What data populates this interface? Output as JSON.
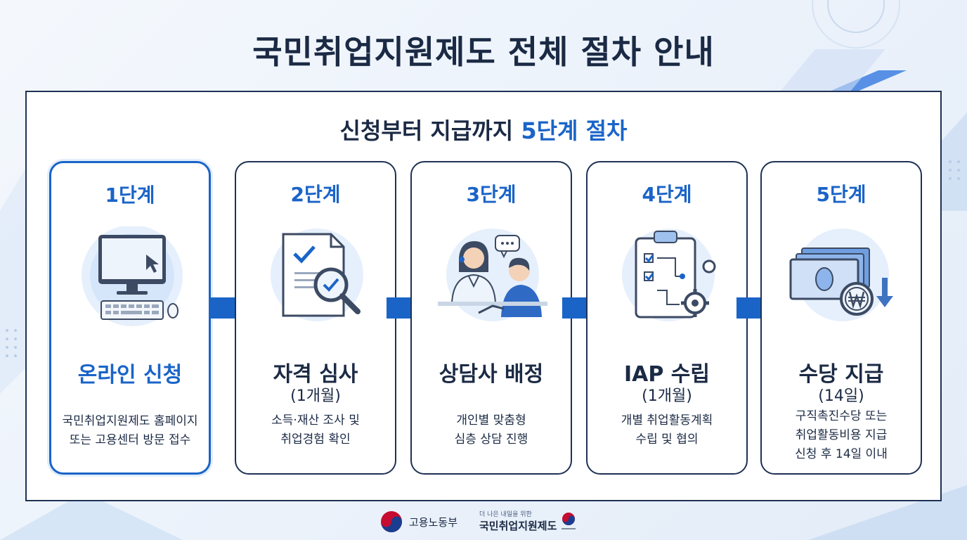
{
  "page": {
    "title": "국민취업지원제도 전체 절차 안내"
  },
  "subtitle": {
    "prefix": "신청부터 지급까지 ",
    "accent": "5단계 절차"
  },
  "steps": [
    {
      "label": "1단계",
      "name": "온라인 신청",
      "duration": "",
      "desc_line1": "국민취업지원제도 홈페이지",
      "desc_line2": "또는 고용센터 방문 접수",
      "desc_line3": "",
      "icon": "computer-icon"
    },
    {
      "label": "2단계",
      "name": "자격 심사",
      "duration": "(1개월)",
      "desc_line1": "소득·재산 조사 및",
      "desc_line2": "취업경험 확인",
      "desc_line3": "",
      "icon": "document-search-icon"
    },
    {
      "label": "3단계",
      "name": "상담사 배정",
      "duration": "",
      "desc_line1": "개인별 맞춤형",
      "desc_line2": "심층 상담 진행",
      "desc_line3": "",
      "icon": "counselor-icon"
    },
    {
      "label": "4단계",
      "name": "IAP 수립",
      "duration": "(1개월)",
      "desc_line1": "개별 취업활동계획",
      "desc_line2": "수립 및 협의",
      "desc_line3": "",
      "icon": "plan-clipboard-icon"
    },
    {
      "label": "5단계",
      "name": "수당 지급",
      "duration": "(14일)",
      "desc_line1": "구직촉진수당 또는",
      "desc_line2": "취업활동비용 지급",
      "desc_line3": "신청 후 14일 이내",
      "icon": "money-won-icon"
    }
  ],
  "footer": {
    "ministry": "고용노동부",
    "tagline": "더 나은 내일을 위한",
    "program": "국민취업지원제도",
    "small_ministry": "고용노동부"
  },
  "colors": {
    "accent": "#1a64c8",
    "navy": "#1b2a44",
    "light_blue": "#e3eefb"
  }
}
